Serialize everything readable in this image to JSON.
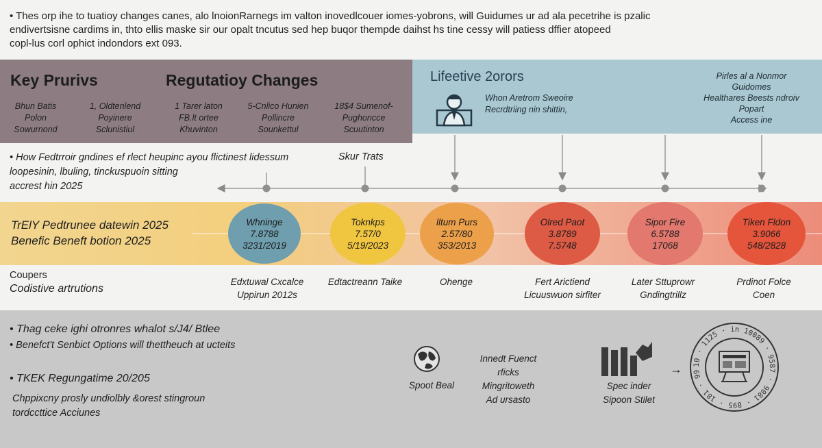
{
  "intro": {
    "line1": "• Thes orp ihe to tuatioy changes canes, alo lnoionRarnegs im valton inovedlcouer iomes-yobrons, will Guidumes ur ad ala pecetrihe is pzalic",
    "line2": "endivertsisne cardims in, thto ellis maske sir our opalt tncutus sed hep buqor thempde daihst hs tine cessy will patiess dffier atopeed",
    "line3": "copl-lus corl ophict indondors ext 093."
  },
  "key_panel": {
    "title": "Key Prurivs",
    "title2": "Regutatioy Changes",
    "cols": [
      [
        "Bhun Batis",
        "Polon",
        "Sowurnond"
      ],
      [
        "1, Oldtenlend",
        "Poyinere",
        "Sclunistiul"
      ],
      [
        "1 Tarer laton",
        "FB.lt ortee",
        "Khuvinton"
      ],
      [
        "5-Cnlico Hunien",
        "Pollincre",
        "Sounkettul"
      ],
      [
        "18$4 Sumenof-",
        "Pughoncce",
        "Scuutinton"
      ]
    ]
  },
  "life_panel": {
    "title": "Lifeetive 2orors",
    "sub1": "Whon Aretrom Sweoire",
    "sub2": "Recrdtriing nin shittin,",
    "right": [
      "Pirles al a Nonmor",
      "Guidomes",
      "Healthares Beests ndroiv",
      "Popart",
      "Access ine"
    ]
  },
  "note": {
    "line1": "• How Fedtrroir gndines ef rlect heupinc ayou flictinest lidessum",
    "line2": "loopesinin, lbuling, tinckuspuoin sitting",
    "line3": "accrest hin 2025"
  },
  "skur": "Skur Trats",
  "band": {
    "line1": "TrElY Pedtrunee datewin 2025",
    "line2": "Benefic Beneft botion 2025"
  },
  "circles": [
    {
      "label": "Whninge",
      "value": "7.8788",
      "date": "3231/2019",
      "color": "#6f9eae"
    },
    {
      "label": "Toknkps",
      "value": "7.57/0",
      "date": "5/19/2023",
      "color": "#f0c640"
    },
    {
      "label": "lltum Purs",
      "value": "2.57/80",
      "date": "353/2013",
      "color": "#eca04a"
    },
    {
      "label": "Olred Paot",
      "value": "3.8789",
      "date": "7.5748",
      "color": "#dd5a45"
    },
    {
      "label": "Sipor Fire",
      "value": "6.5788",
      "date": "17068",
      "color": "#e2786e"
    },
    {
      "label": "Tiken Fldon",
      "value": "3.9066",
      "date": "548/2828",
      "color": "#e4553c"
    }
  ],
  "captions": [
    [
      "Edxtuwal Cxcalce",
      "Uppirun 2012s"
    ],
    [
      "Edtactreann Taike"
    ],
    [
      "Ohenge"
    ],
    [
      "Fert Arictiend",
      "Licuuswuon sirfiter"
    ],
    [
      "Later Sttuprowr",
      "Gndingtrillz"
    ],
    [
      "Prdinot Folce",
      "Coen"
    ]
  ],
  "left_labels": {
    "coupers": "Coupers",
    "codistive": "Codistive artrutions"
  },
  "bottom": {
    "b1": "• Thag ceke ighi otronres whalot s/J4/ Btlee",
    "b2": "• Benefct't Senbict Options will thettheuch at ucteits",
    "b3": "• TKEK Regungatime 20/205",
    "b4": "Chppixcny prosly undiolbly &orest stingroun",
    "b5": "tordccttice Acciunes",
    "globe_caption": "Spoot Beal",
    "mid_caption": [
      "Innedt Fuenct",
      "rficks",
      "Mingritoweth",
      "Ad ursasto"
    ],
    "chart_caption": [
      "Spec inder",
      "Sipoon Stilet"
    ],
    "stamp_text": "10 · 1125 · in 10089 · 9587 · 9081 · 895 · 181 · 99",
    "arrow": "→"
  },
  "colors": {
    "key_panel": "#8d7d82",
    "life_panel": "#a9c8d1",
    "bottom": "#c8c8c8"
  }
}
